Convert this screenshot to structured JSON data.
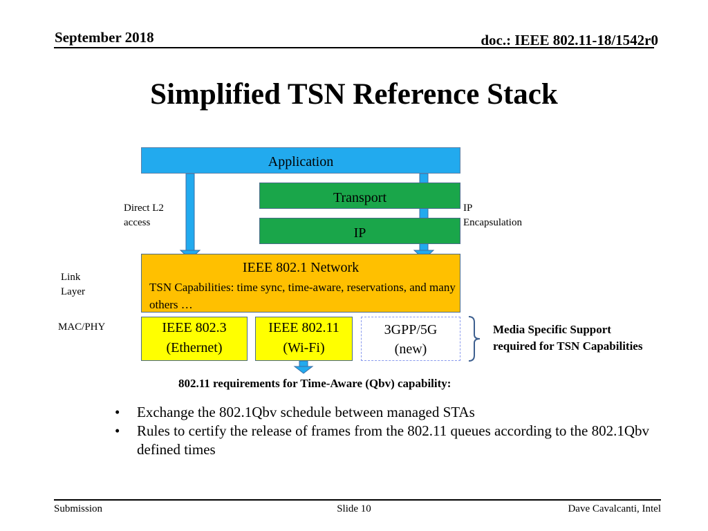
{
  "header": {
    "date": "September 2018",
    "doc": "doc.: IEEE 802.11-18/1542r0"
  },
  "title": "Simplified TSN Reference Stack",
  "diagram": {
    "application": "Application",
    "transport": "Transport",
    "ip": "IP",
    "network_title": "IEEE 802.1 Network",
    "network_desc": "TSN Capabilities: time sync, time-aware, reservations, and many others …",
    "ethernet_line1": "IEEE 802.3",
    "ethernet_line2": "(Ethernet)",
    "wifi_line1": "IEEE 802.11",
    "wifi_line2": "(Wi-Fi)",
    "g5_line1": "3GPP/5G",
    "g5_line2": "(new)",
    "direct_l2_line1": "Direct L2",
    "direct_l2_line2": "access",
    "ip_encap_line1": "IP",
    "ip_encap_line2": "Encapsulation",
    "link_layer_line1": "Link",
    "link_layer_line2": "Layer",
    "mac_phy": "MAC/PHY",
    "media_line1": "Media Specific Support",
    "media_line2": "required for TSN Capabilities",
    "colors": {
      "application": "#22aaee",
      "green": "#1aa64a",
      "network": "#ffc000",
      "phy": "#ffff00",
      "arrow": "#22aaee"
    }
  },
  "requirements_heading": "802.11 requirements for Time-Aware (Qbv) capability:",
  "bullets": [
    "Exchange the 802.1Qbv schedule between managed STAs",
    "Rules to certify the release of frames from the 802.11 queues according to the 802.1Qbv defined times"
  ],
  "footer": {
    "left": "Submission",
    "center": "Slide 10",
    "right": "Dave Cavalcanti, Intel"
  }
}
